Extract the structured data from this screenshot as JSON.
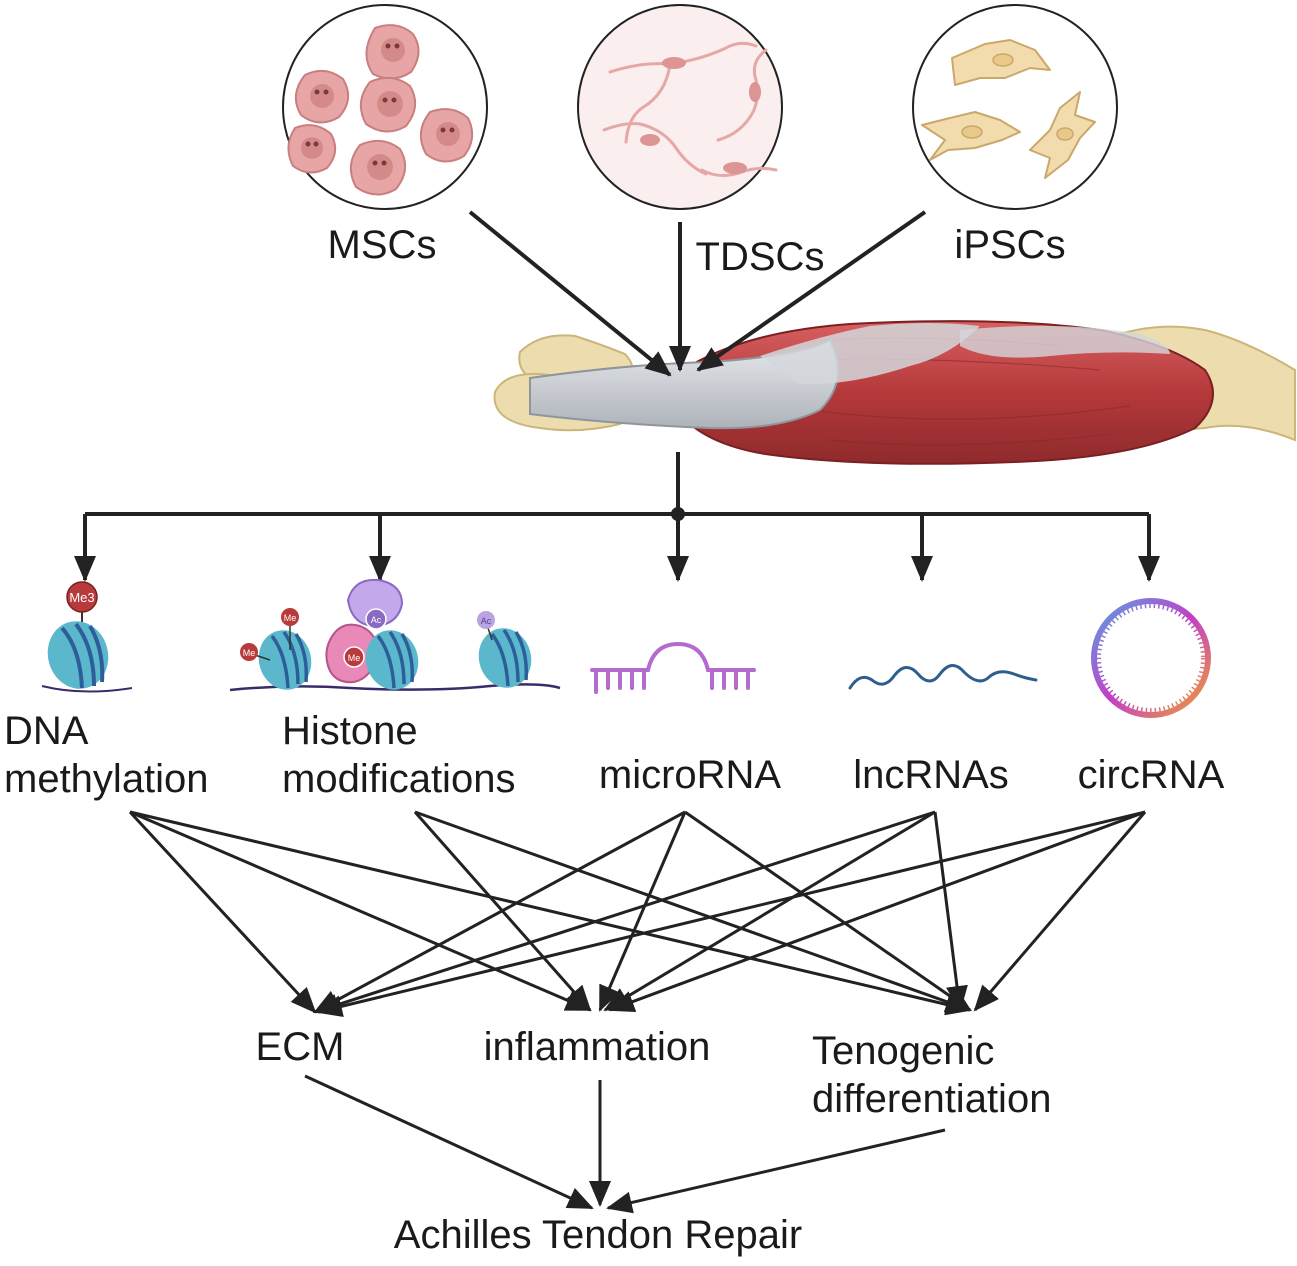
{
  "stem_cells": {
    "mscs": "MSCs",
    "tdscs": "TDSCs",
    "ipscs": "iPSCs"
  },
  "mechanisms": {
    "dna_methylation": [
      "DNA",
      "methylation"
    ],
    "histone_modifications": [
      "Histone",
      "modifications"
    ],
    "microrna": "microRNA",
    "lncrnas": "lncRNAs",
    "circrna": "circRNA"
  },
  "marks": {
    "me3": "Me3",
    "me": "Me",
    "ac": "Ac"
  },
  "processes": {
    "ecm": "ECM",
    "inflammation": "inflammation",
    "tenogenic": [
      "Tenogenic",
      "differentiation"
    ]
  },
  "outcome": "Achilles Tendon Repair",
  "colors": {
    "arrow": "#222222",
    "nucleosome": "#5bb8cc",
    "nucleosome_band": "#2d5e9a",
    "methyl_mark": "#b93a3a",
    "acetyl_mark": "#9b7fd4",
    "pink_enzyme": "#e889b8",
    "purple_enzyme": "#c4a8ec",
    "mirna": "#b36bd0",
    "lncrna": "#2e5e8e",
    "muscle": "#b5393b",
    "tendon": "#cfd3d8",
    "bone": "#ecdcae",
    "msc_cell": "#e8a8a8",
    "tdsc_bg": "#fbeeee",
    "ipsc_cell": "#f2dcae"
  }
}
